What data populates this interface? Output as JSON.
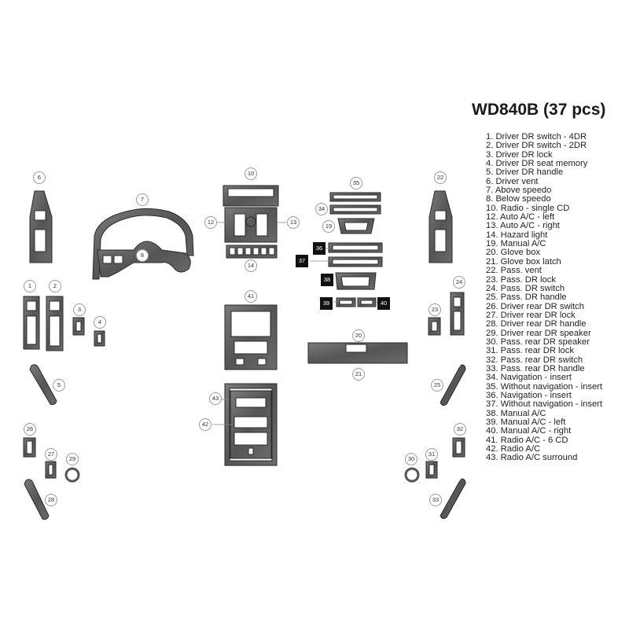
{
  "header": {
    "title": "WD840B (37 pcs)"
  },
  "legend": [
    "1. Driver DR switch - 4DR",
    "2. Driver DR switch - 2DR",
    "3. Driver DR lock",
    "4. Driver DR seat memory",
    "5. Driver DR handle",
    "6. Driver vent",
    "7. Above speedo",
    "8. Below speedo",
    "10. Radio - single CD",
    "12. Auto A/C - left",
    "13. Auto A/C - right",
    "14. Hazard light",
    "19. Manual A/C",
    "20. Glove box",
    "21. Glove box latch",
    "22. Pass. vent",
    "23. Pass. DR lock",
    "24. Pass. DR switch",
    "25. Pass. DR handle",
    "26. Driver rear DR switch",
    "27. Driver rear DR lock",
    "28. Driver rear DR handle",
    "29. Driver rear DR speaker",
    "30. Pass. rear DR speaker",
    "31. Pass. rear DR lock",
    "32. Pass. rear DR switch",
    "33. Pass. rear DR handle",
    "34. Navigation - insert",
    "35. Without navigation - insert",
    "36. Navigation - insert",
    "37. Without navigation - insert",
    "38. Manual A/C",
    "39. Manual A/C - left",
    "40. Manual A/C - right",
    "41. Radio A/C - 6 CD",
    "42. Radio A/C",
    "43. Radio A/C surround"
  ],
  "callouts": [
    {
      "n": "6"
    },
    {
      "n": "7"
    },
    {
      "n": "8"
    },
    {
      "n": "10"
    },
    {
      "n": "12"
    },
    {
      "n": "13"
    },
    {
      "n": "14"
    },
    {
      "n": "35"
    },
    {
      "n": "34"
    },
    {
      "n": "19"
    },
    {
      "n": "36",
      "boxed": true
    },
    {
      "n": "37",
      "boxed": true
    },
    {
      "n": "38",
      "boxed": true
    },
    {
      "n": "39",
      "boxed": true
    },
    {
      "n": "40",
      "boxed": true
    },
    {
      "n": "22"
    },
    {
      "n": "1"
    },
    {
      "n": "2"
    },
    {
      "n": "3"
    },
    {
      "n": "4"
    },
    {
      "n": "5"
    },
    {
      "n": "41"
    },
    {
      "n": "20"
    },
    {
      "n": "21"
    },
    {
      "n": "43"
    },
    {
      "n": "42"
    },
    {
      "n": "24"
    },
    {
      "n": "23"
    },
    {
      "n": "25"
    },
    {
      "n": "26"
    },
    {
      "n": "27"
    },
    {
      "n": "29"
    },
    {
      "n": "28"
    },
    {
      "n": "32"
    },
    {
      "n": "30"
    },
    {
      "n": "31"
    },
    {
      "n": "33"
    }
  ],
  "colors": {
    "part_fill": "#5f5f5f",
    "part_stroke": "#2a2a2a",
    "background": "#ffffff"
  }
}
